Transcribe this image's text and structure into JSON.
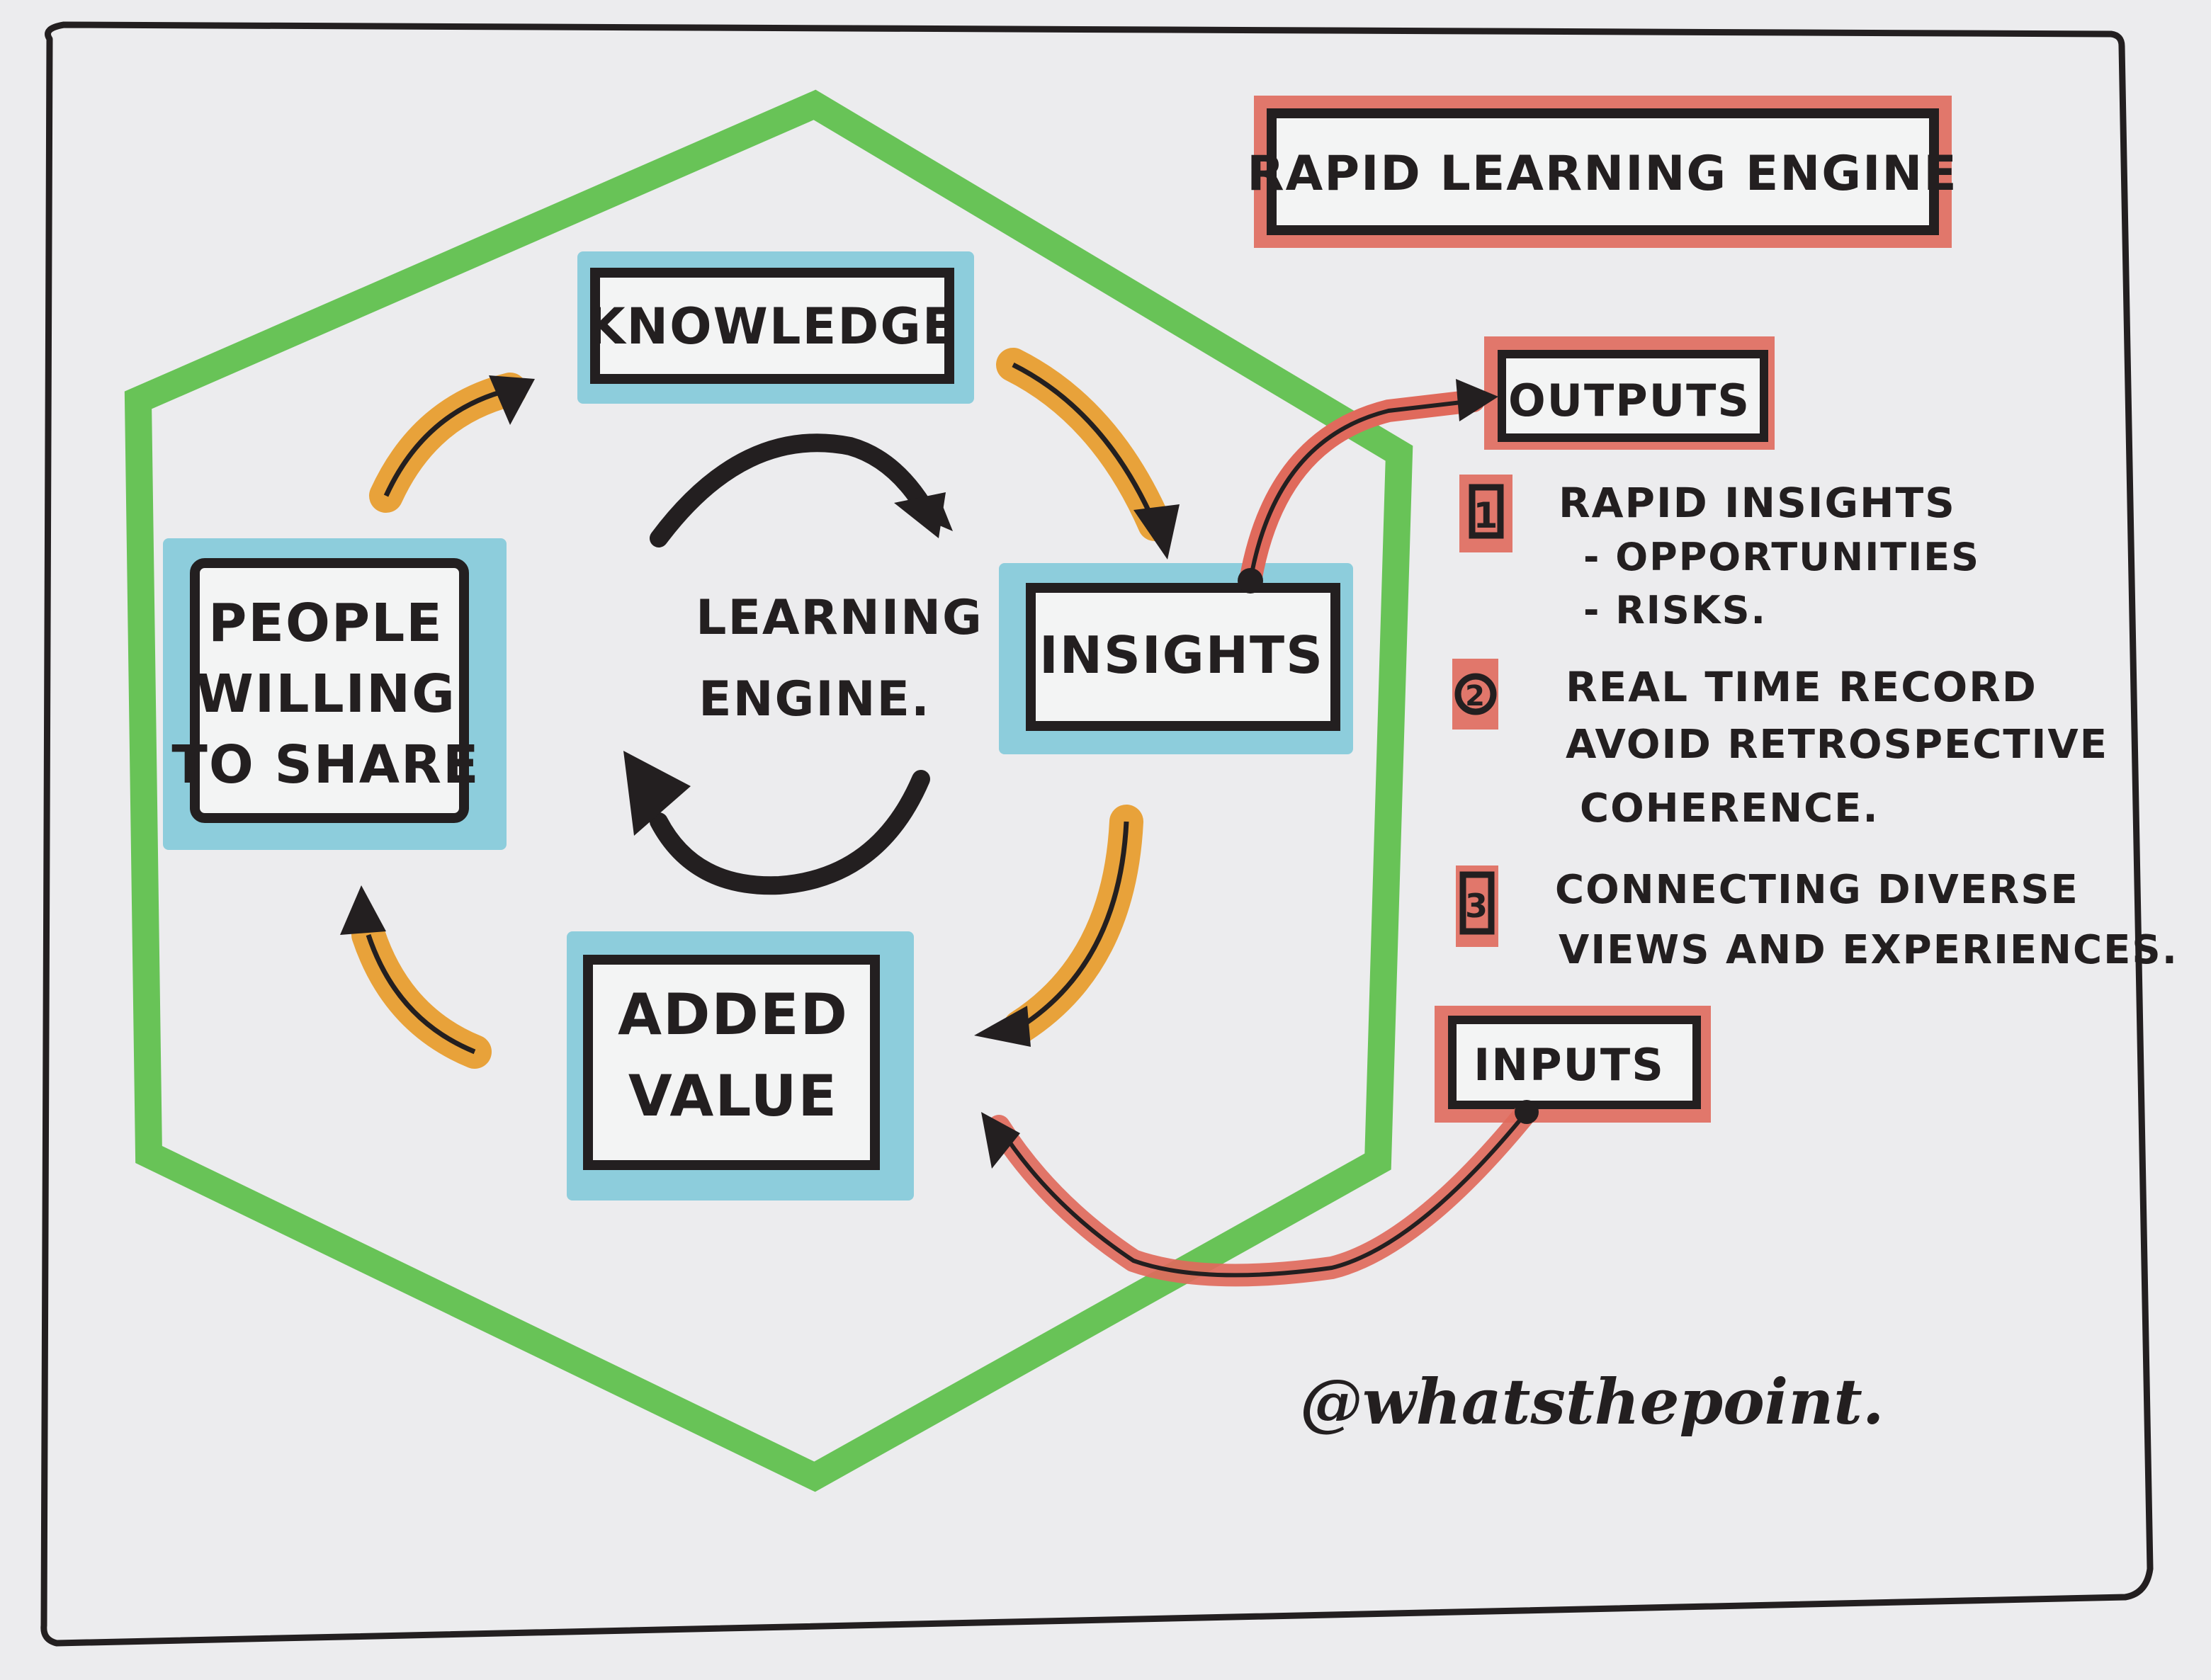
{
  "colors": {
    "paper": "#ececee",
    "ink": "#231f20",
    "hexagon_green": "#5cbf4a",
    "box_blue": "#7cc8d8",
    "arrow_orange": "#e8a23a",
    "highlight_red": "#e06a5c"
  },
  "title": {
    "text": "RAPID LEARNING ENGINE"
  },
  "cycle": {
    "center_label_line1": "LEARNING",
    "center_label_line2": "ENGINE.",
    "nodes": {
      "knowledge": "KNOWLEDGE",
      "insights": "INSIGHTS",
      "added_value_line1": "ADDED",
      "added_value_line2": "VALUE",
      "people_line1": "PEOPLE",
      "people_line2": "WILLING",
      "people_line3": "TO SHARE"
    },
    "flow_icons": [
      "arrow-people-to-knowledge",
      "arrow-knowledge-to-insights",
      "arrow-insights-to-added-value",
      "arrow-added-value-to-people"
    ]
  },
  "outputs": {
    "label": "OUTPUTS",
    "items": [
      {
        "number": "1",
        "lines": [
          "RAPID INSIGHTS",
          "- OPPORTUNITIES",
          "- RISKS."
        ]
      },
      {
        "number": "2",
        "lines": [
          "REAL TIME RECORD",
          "AVOID RETROSPECTIVE",
          "COHERENCE."
        ]
      },
      {
        "number": "3",
        "lines": [
          "CONNECTING DIVERSE",
          "VIEWS AND EXPERIENCES."
        ]
      }
    ]
  },
  "inputs": {
    "label": "INPUTS"
  },
  "signature": {
    "text": "@whatsthepoint."
  }
}
